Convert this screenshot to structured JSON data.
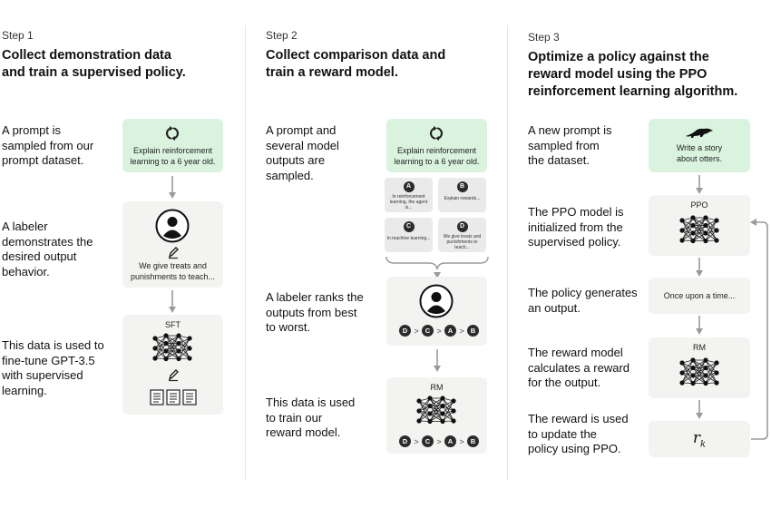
{
  "steps": [
    {
      "label": "Step 1",
      "title_lines": [
        "Collect demonstration data",
        "and train a supervised policy."
      ],
      "descriptions": [
        [
          "A prompt is",
          "sampled from our",
          "prompt dataset."
        ],
        [
          "A labeler",
          "demonstrates the",
          "desired output",
          "behavior."
        ],
        [
          "This data is used to",
          "fine-tune GPT-3.5",
          "with supervised",
          "learning."
        ]
      ],
      "prompt_box": [
        "Explain reinforcement",
        "learning to a 6 year old."
      ],
      "demo_box": [
        "We give treats and",
        "punishments to teach..."
      ],
      "model_label": "SFT"
    },
    {
      "label": "Step 2",
      "title_lines": [
        "Collect comparison data and",
        "train a reward model."
      ],
      "descriptions": [
        [
          "A prompt and",
          "several model",
          "outputs are",
          "sampled."
        ],
        [
          "A labeler ranks the",
          "outputs from best",
          "to worst."
        ],
        [
          "This data is used",
          "to train our",
          "reward model."
        ]
      ],
      "prompt_box": [
        "Explain reinforcement",
        "learning to a 6 year old."
      ],
      "outputs": [
        {
          "badge": "A",
          "text": "In reinforcement learning, the agent is..."
        },
        {
          "badge": "B",
          "text": "Explain rewards..."
        },
        {
          "badge": "C",
          "text": "In machine learning..."
        },
        {
          "badge": "D",
          "text": "We give treats and punishments to teach..."
        }
      ],
      "ranking": [
        "D",
        "C",
        "A",
        "B"
      ],
      "ranking_separator": ">",
      "model_label": "RM"
    },
    {
      "label": "Step 3",
      "title_lines": [
        "Optimize a policy against the",
        "reward model using the PPO",
        "reinforcement learning algorithm."
      ],
      "descriptions": [
        [
          "A new prompt is",
          "sampled from",
          "the dataset."
        ],
        [
          "The PPO model is",
          "initialized from the",
          "supervised policy."
        ],
        [
          "The policy generates",
          "an output."
        ],
        [
          "The reward model",
          "calculates a reward",
          "for the output."
        ],
        [
          "The reward is used",
          "to update the",
          "policy using PPO."
        ]
      ],
      "prompt_box": [
        "Write a story",
        "about otters."
      ],
      "ppo_label": "PPO",
      "output_text": "Once upon a time...",
      "rm_label": "RM",
      "reward_symbol": "r",
      "reward_subscript": "k"
    }
  ],
  "colors": {
    "prompt_green": "#d9f3df",
    "box_gray": "#f3f3f1",
    "arrow": "#9a9a9a",
    "badge": "#2b2b2b"
  },
  "icons": [
    "recycle-icon",
    "user-avatar-icon",
    "pencil-icon",
    "neural-network-icon",
    "document-icon",
    "otter-icon"
  ]
}
